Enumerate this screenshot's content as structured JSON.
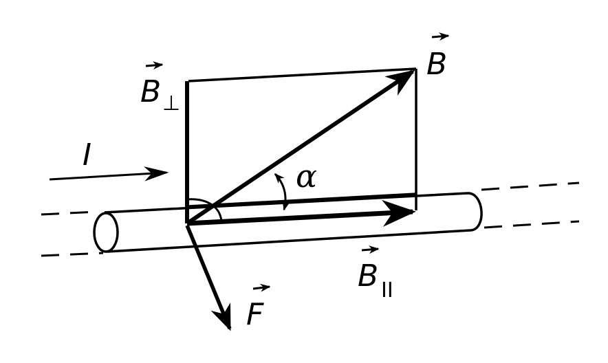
{
  "labels": {
    "current": "I",
    "b_field": "B",
    "b_perp": "B",
    "b_perp_sub": "⊥",
    "b_par": "B",
    "b_par_sub": "II",
    "force": "F",
    "angle": "α"
  },
  "colors": {
    "ink": "#000000",
    "background": "#ffffff"
  }
}
